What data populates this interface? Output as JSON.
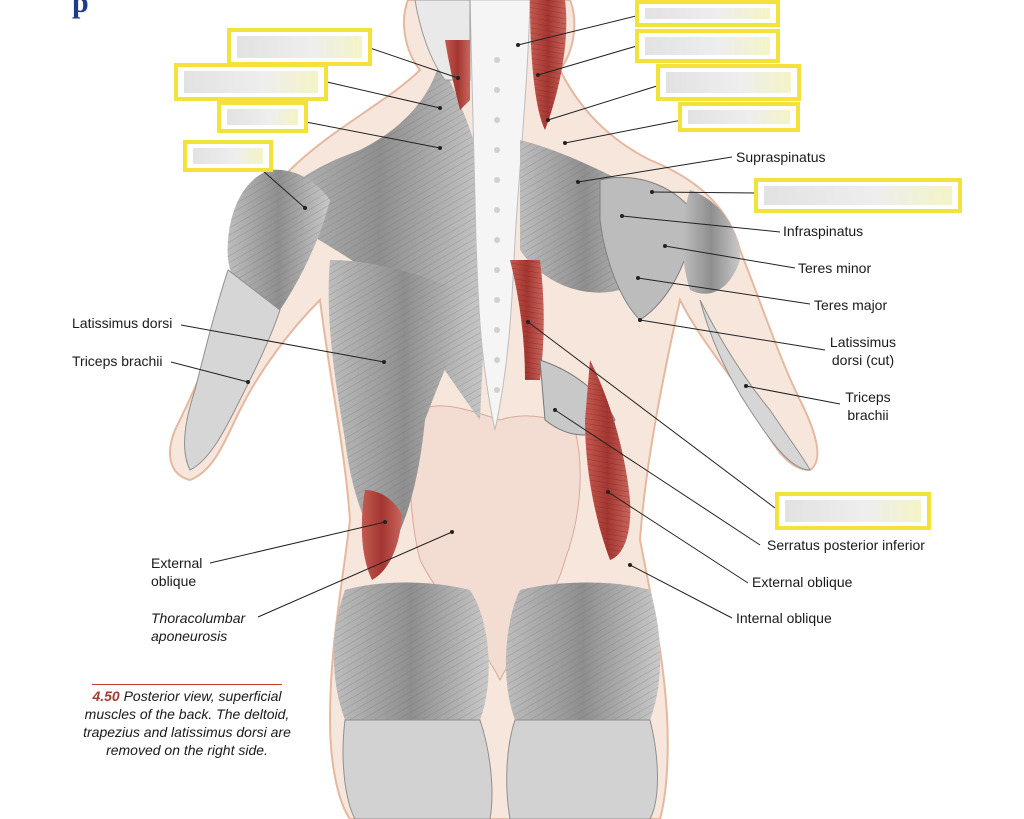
{
  "heading_fragment": "p",
  "labels": {
    "latissimus_dorsi": "Latissimus dorsi",
    "triceps_brachii_left": "Triceps brachii",
    "external_oblique_left_1": "External",
    "external_oblique_left_2": "oblique",
    "thoracolumbar_1": "Thoracolumbar",
    "thoracolumbar_2": "aponeurosis",
    "supraspinatus": "Supraspinatus",
    "infraspinatus": "Infraspinatus",
    "teres_minor": "Teres minor",
    "teres_major": "Teres major",
    "latissimus_cut_1": "Latissimus",
    "latissimus_cut_2": "dorsi (cut)",
    "triceps_right_1": "Triceps",
    "triceps_right_2": "brachii",
    "serratus_posterior_inferior": "Serratus posterior inferior",
    "external_oblique_right": "External oblique",
    "internal_oblique": "Internal oblique"
  },
  "caption": {
    "figure_number": "4.50",
    "line1_rest": " Posterior view, superficial",
    "line2": "muscles of the back.  The deltoid,",
    "line3": "trapezius and latissimus dorsi are",
    "line4": "removed on the right side."
  },
  "colors": {
    "blank_border": "#f2e23a",
    "muscle_red": "#b5413b",
    "muscle_gray": "#9a9a9a",
    "skin_outline": "#e5b8a0",
    "aponeurosis": "#f3ddd2"
  }
}
